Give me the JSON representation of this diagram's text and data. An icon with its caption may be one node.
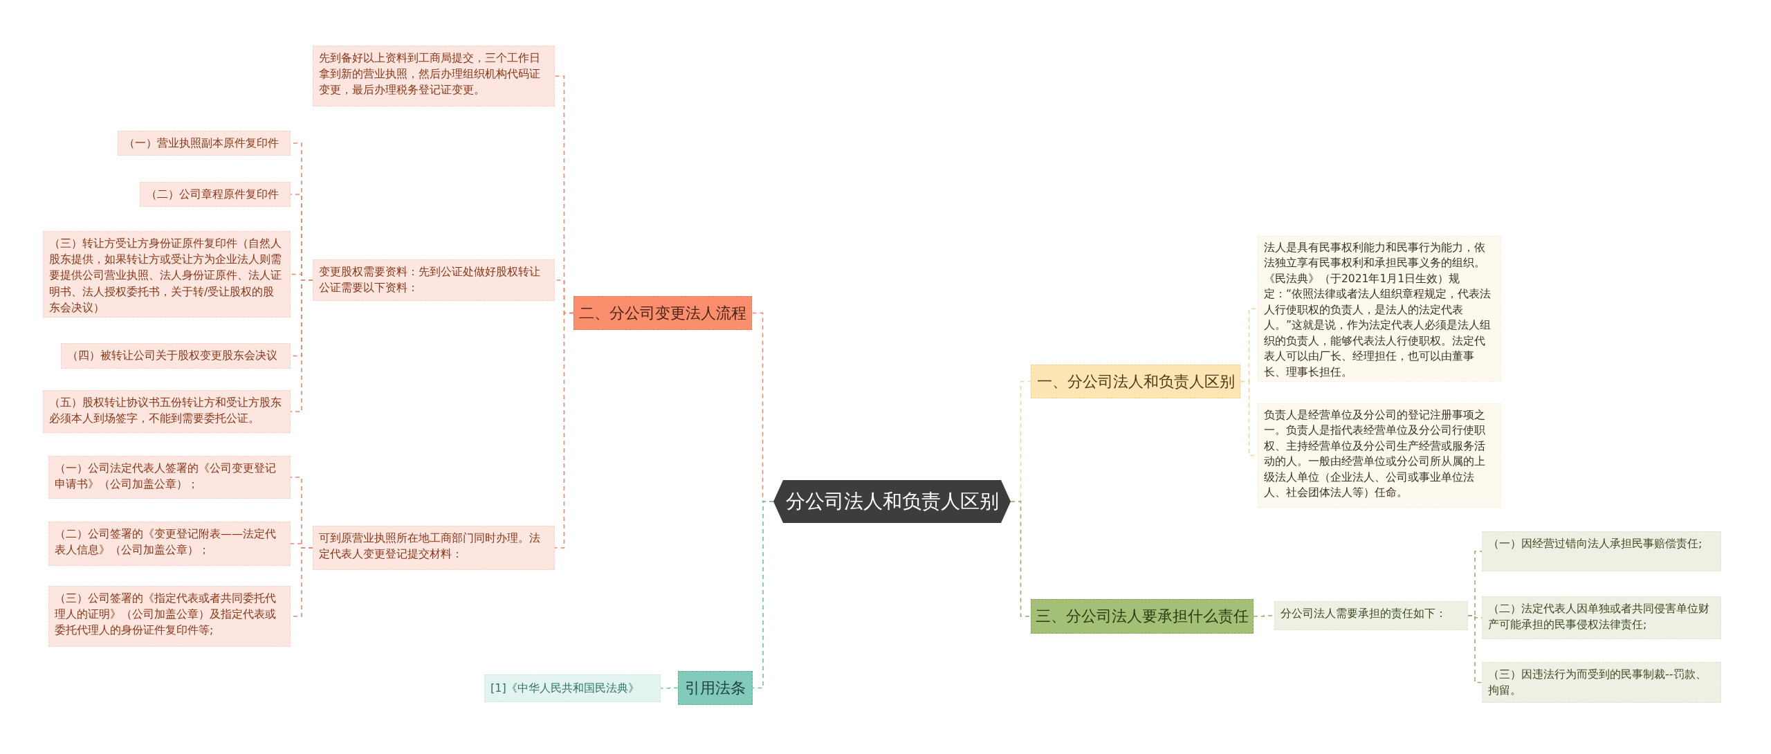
{
  "diagram": {
    "nodes": [
      {
        "text": [
          "分公司法人和负责人区别"
        ]
      },
      {
        "text": [
          "二、分公司变更法人流程"
        ]
      },
      {
        "text": [
          "先到备好以上资料到工商局提交，三个工作日拿到新的营业执照，然后办理组织机构代码证变更，最后办理税务登记证变更。"
        ]
      },
      {
        "text": [
          "变更股权需要资料：先到公证处做好股权转让公证需要以下资料："
        ]
      },
      {
        "text": [
          "（一）营业执照副本原件复印件"
        ]
      },
      {
        "text": [
          "（二）公司章程原件复印件"
        ]
      },
      {
        "text": [
          "（三）转让方受让方身份证原件复印件（自然人股东提供，如果转让方或受让方为企业法人则需要提供公司营业执照、法人身份证原件、法人证明书、法人授权委托书，关于转/受让股权的股东会决议）"
        ]
      },
      {
        "text": [
          "（四）被转让公司关于股权变更股东会决议"
        ]
      },
      {
        "text": [
          "（五）股权转让协议书五份转让方和受让方股东必须本人到场签字，不能到需要委托公证。"
        ]
      },
      {
        "text": [
          "可到原营业执照所在地工商部门同时办理。法定代表人变更登记提交材料："
        ]
      },
      {
        "text": [
          "（一）公司法定代表人签署的《公司变更登记申请书》（公司加盖公章）；"
        ]
      },
      {
        "text": [
          "（二）公司签署的《变更登记附表——法定代表人信息》（公司加盖公章）；"
        ]
      },
      {
        "text": [
          "（三）公司签署的《指定代表或者共同委托代理人的证明》（公司加盖公章）及指定代表或委托代理人的身份证件复印件等;"
        ]
      },
      {
        "text": [
          "引用法条"
        ]
      },
      {
        "text": [
          "[1]《中华人民共和国民法典》"
        ]
      },
      {
        "text": [
          "一、分公司法人和负责人区别"
        ]
      },
      {
        "text": [
          "法人是具有民事权利能力和民事行为能力，依法独立享有民事权利和承担民事义务的组织。《民法典》（于2021年1月1日生效）规定：“依照法律或者法人组织章程规定，代表法人行使职权的负责人，是法人的法定代表人。”这就是说，作为法定代表人必须是法人组织的负责人，能够代表法人行使职权。法定代表人可以由厂长、经理担任，也可以由董事长、理事长担任。"
        ]
      },
      {
        "text": [
          "负责人是经营单位及分公司的登记注册事项之一。负责人是指代表经营单位及分公司行使职权、主持经营单位及分公司生产经营或服务活动的人。一般由经营单位或分公司所从属的上级法人单位（企业法人、公司或事业单位法人、社会团体法人等）任命。"
        ]
      },
      {
        "text": [
          "三、分公司法人要承担什么责任"
        ]
      },
      {
        "text": [
          "分公司法人需要承担的责任如下："
        ]
      },
      {
        "text": [
          "（一）因经营过错向法人承担民事赔偿责任;"
        ]
      },
      {
        "text": [
          "（二）法定代表人因单独或者共同侵害单位财产可能承担的民事侵权法律责任;"
        ]
      },
      {
        "text": [
          "（三）因违法行为而受到的民事制裁--罚款、拘留。"
        ]
      }
    ],
    "edges": [
      {
        "from": 0,
        "to": 1,
        "arrow": "none"
      },
      {
        "from": 1,
        "to": 2,
        "arrow": "none"
      },
      {
        "from": 1,
        "to": 3,
        "arrow": "none"
      },
      {
        "from": 3,
        "to": 4,
        "arrow": "none"
      },
      {
        "from": 3,
        "to": 5,
        "arrow": "none"
      },
      {
        "from": 3,
        "to": 6,
        "arrow": "none"
      },
      {
        "from": 3,
        "to": 7,
        "arrow": "none"
      },
      {
        "from": 3,
        "to": 8,
        "arrow": "none"
      },
      {
        "from": 1,
        "to": 9,
        "arrow": "none"
      },
      {
        "from": 9,
        "to": 10,
        "arrow": "none"
      },
      {
        "from": 9,
        "to": 11,
        "arrow": "none"
      },
      {
        "from": 9,
        "to": 12,
        "arrow": "none"
      },
      {
        "from": 0,
        "to": 13,
        "arrow": "none",
        "color": "#6fbfb0"
      },
      {
        "from": 13,
        "to": 14,
        "arrow": "none",
        "color": "#6fbfb0"
      },
      {
        "from": 0,
        "to": 15,
        "arrow": "none",
        "color": "#ead79a"
      },
      {
        "from": 15,
        "to": 16,
        "arrow": "none",
        "color": "#ead79a"
      },
      {
        "from": 15,
        "to": 17,
        "arrow": "none",
        "color": "#ead79a"
      },
      {
        "from": 0,
        "to": 18,
        "arrow": "none",
        "color": "#97ad68"
      },
      {
        "from": 18,
        "to": 19,
        "arrow": "none",
        "color": "#97ad68"
      },
      {
        "from": 19,
        "to": 20,
        "arrow": "none",
        "color": "#97ad68"
      },
      {
        "from": 19,
        "to": 21,
        "arrow": "none",
        "color": "#97ad68"
      },
      {
        "from": 19,
        "to": 22,
        "arrow": "none",
        "color": "#97ad68"
      }
    ]
  }
}
